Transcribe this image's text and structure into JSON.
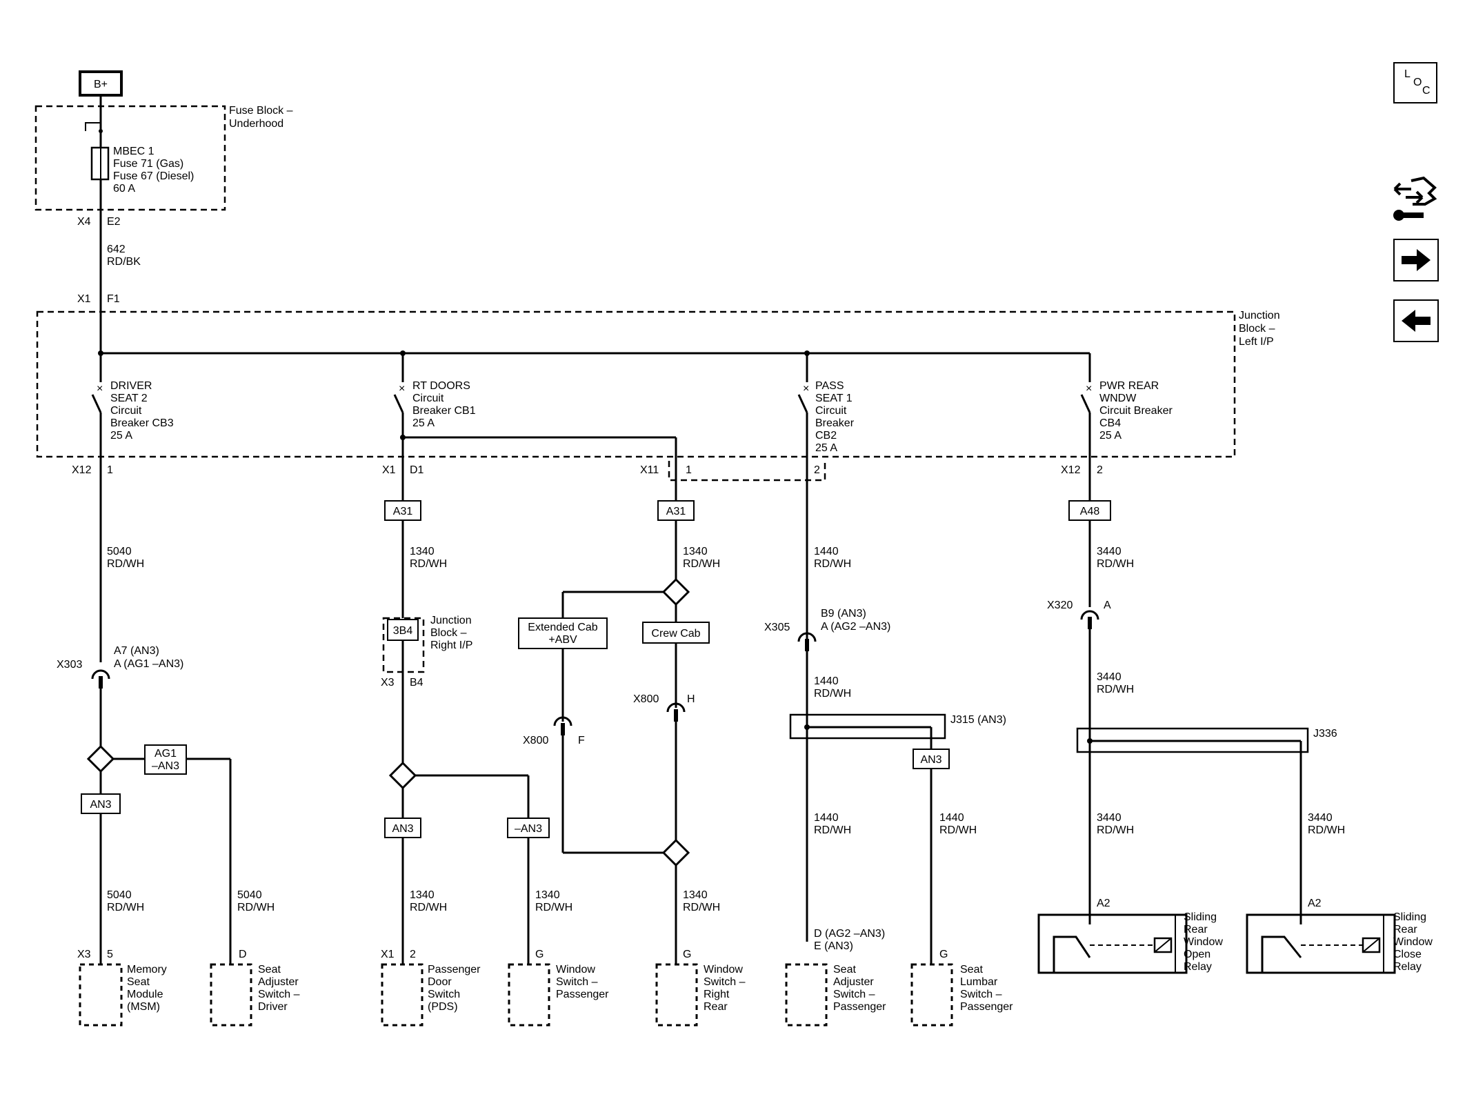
{
  "source": {
    "label": "B+"
  },
  "fuse_block": {
    "name": [
      "Fuse Block –",
      "Underhood"
    ],
    "fuse": [
      "MBEC 1",
      "Fuse 71 (Gas)",
      "Fuse 67 (Diesel)",
      "60 A"
    ],
    "out_conn": "X4",
    "out_pin": "E2"
  },
  "feed_wire": {
    "circuit": "642",
    "color": "RD/BK",
    "in_conn": "X1",
    "in_pin": "F1"
  },
  "junction_block": {
    "name": [
      "Junction",
      "Block –",
      "Left I/P"
    ]
  },
  "breakers": [
    {
      "label": [
        "DRIVER",
        "SEAT 2",
        "Circuit",
        "Breaker CB3",
        "25 A"
      ],
      "conn": "X12",
      "pin": "1"
    },
    {
      "label": [
        "RT DOORS",
        "Circuit",
        "Breaker CB1",
        "25 A"
      ],
      "conn": "X1",
      "pin": "D1"
    },
    {
      "label": [
        "PASS",
        "SEAT 1",
        "Circuit",
        "Breaker",
        "CB2",
        "25 A"
      ],
      "conn": "",
      "pin": "2"
    },
    {
      "label": [
        "PWR REAR",
        "WNDW",
        "Circuit Breaker",
        "CB4",
        "25 A"
      ],
      "conn": "X12",
      "pin": "2"
    }
  ],
  "x11": {
    "conn": "X11",
    "pin": "1"
  },
  "tags": {
    "a31_left": "A31",
    "a31_right": "A31",
    "a48": "A48",
    "ag1": [
      "AG1",
      "–AN3"
    ],
    "an3_driver": "AN3",
    "an3_door": "AN3",
    "neg_an3": "–AN3",
    "an3_pass": "AN3",
    "ext_cab": [
      "Extended Cab",
      "+ABV"
    ],
    "crew_cab": "Crew Cab",
    "jb3b4": "3B4"
  },
  "wires": {
    "w5040": [
      "5040",
      "RD/WH"
    ],
    "w1340": [
      "1340",
      "RD/WH"
    ],
    "w1440": [
      "1440",
      "RD/WH"
    ],
    "w3440": [
      "3440",
      "RD/WH"
    ]
  },
  "rightjb": {
    "name": [
      "Junction",
      "Block –",
      "Right I/P"
    ],
    "conn": "X3",
    "pin": "B4"
  },
  "inlines": {
    "x303": {
      "conn": "X303",
      "pins": [
        "A7 (AN3)",
        "A (AG1 –AN3)"
      ]
    },
    "x305": {
      "conn": "X305",
      "pins": [
        "B9 (AN3)",
        "A (AG2 –AN3)"
      ]
    },
    "x320": {
      "conn": "X320",
      "pin": "A"
    },
    "x800f": {
      "conn": "X800",
      "pin": "F"
    },
    "x800h": {
      "conn": "X800",
      "pin": "H"
    }
  },
  "splices": {
    "j315": "J315 (AN3)",
    "j336": "J336"
  },
  "components": [
    {
      "conn": "X3",
      "pin": "5",
      "name": [
        "Memory",
        "Seat",
        "Module",
        "(MSM)"
      ]
    },
    {
      "conn": "",
      "pin": "D",
      "name": [
        "Seat",
        "Adjuster",
        "Switch –",
        "Driver"
      ]
    },
    {
      "conn": "X1",
      "pin": "2",
      "name": [
        "Passenger",
        "Door",
        "Switch",
        "(PDS)"
      ]
    },
    {
      "conn": "",
      "pin": "G",
      "name": [
        "Window",
        "Switch –",
        "Passenger"
      ]
    },
    {
      "conn": "",
      "pin": "G",
      "name": [
        "Window",
        "Switch –",
        "Right",
        "Rear"
      ]
    },
    {
      "conn": "",
      "pins": [
        "D (AG2 –AN3)",
        "E (AN3)"
      ],
      "name": [
        "Seat",
        "Adjuster",
        "Switch –",
        "Passenger"
      ]
    },
    {
      "conn": "",
      "pin": "G",
      "name": [
        "Seat",
        "Lumbar",
        "Switch –",
        "Passenger"
      ]
    }
  ],
  "relays": [
    {
      "pin": "A2",
      "name": [
        "Sliding",
        "Rear",
        "Window",
        "Open",
        "Relay"
      ]
    },
    {
      "pin": "A2",
      "name": [
        "Sliding",
        "Rear",
        "Window",
        "Close",
        "Relay"
      ]
    }
  ],
  "nav": {
    "loc": [
      "L",
      "O",
      "C"
    ]
  }
}
